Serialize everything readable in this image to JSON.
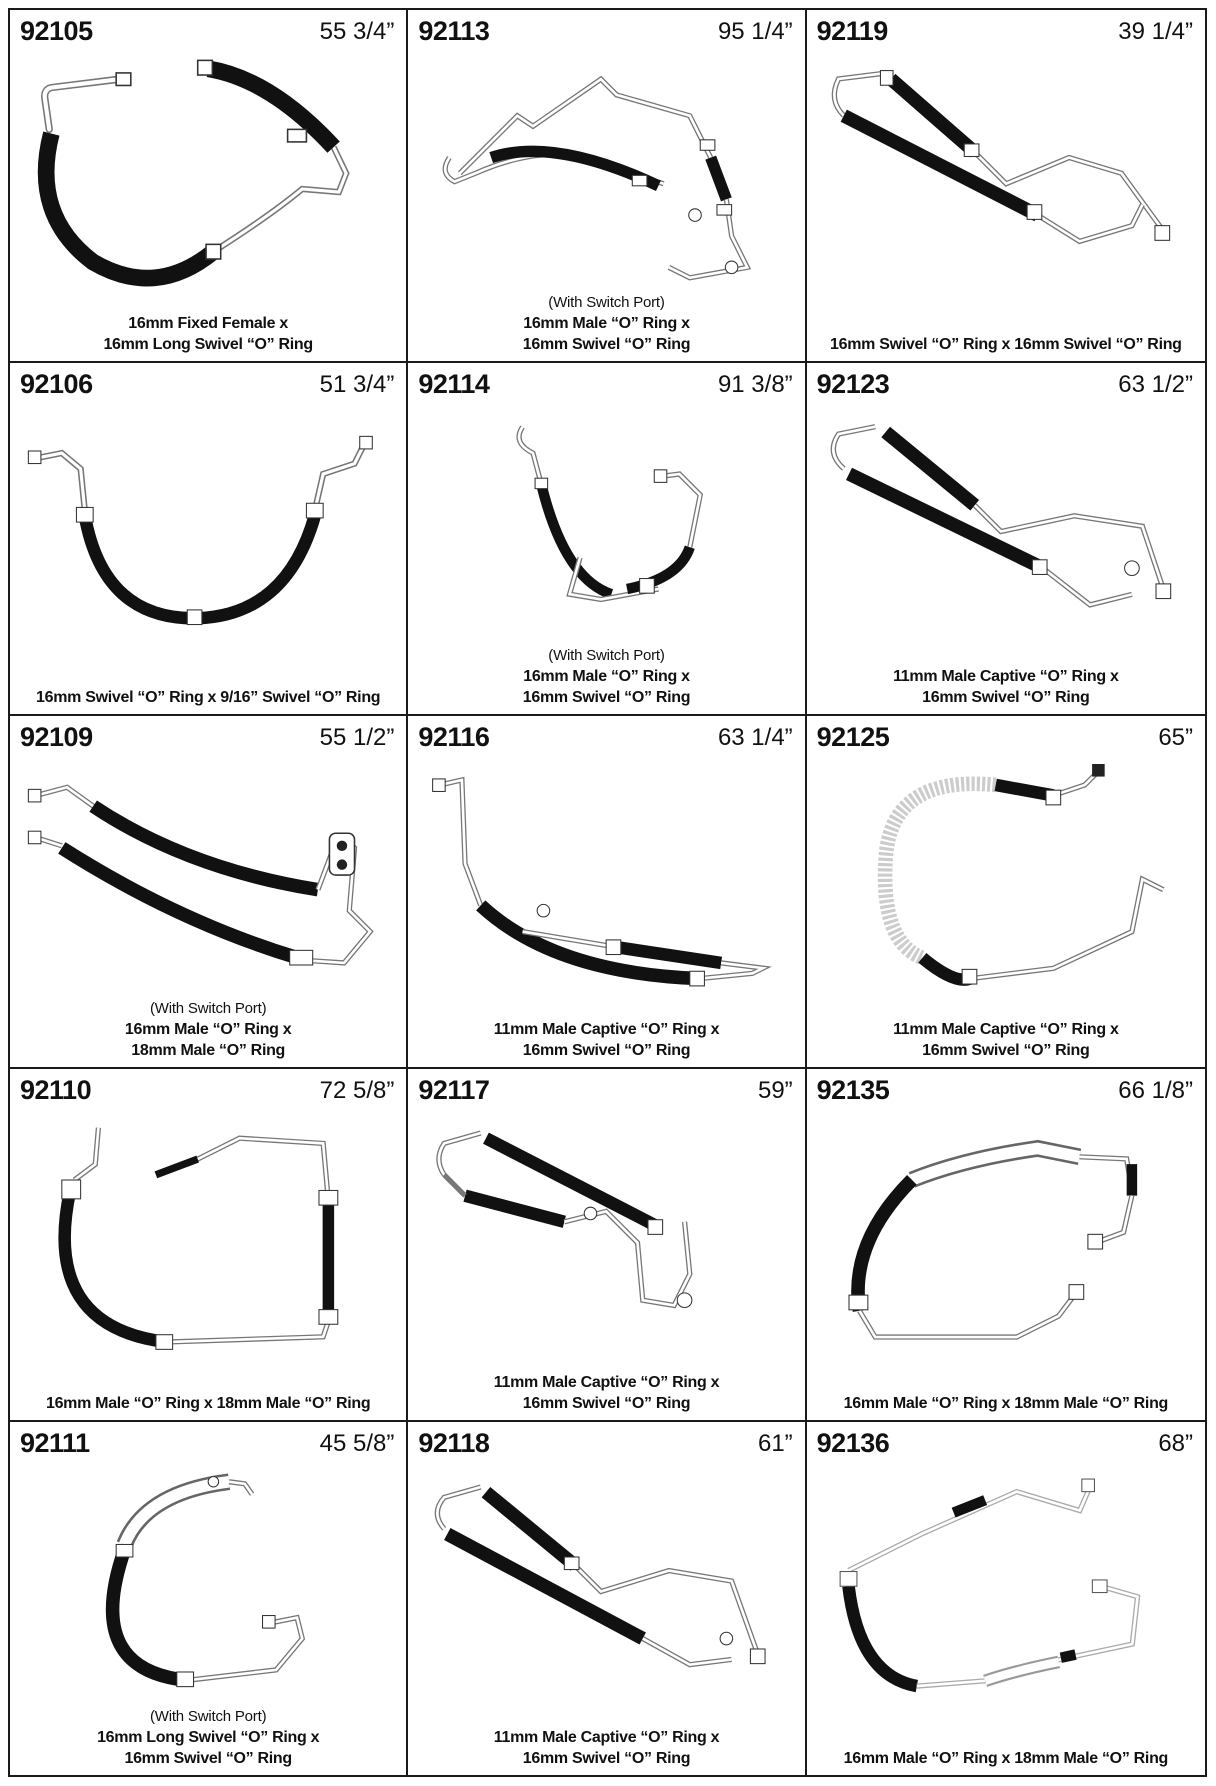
{
  "catalog": {
    "cells": [
      {
        "part": "92105",
        "length": "55 3/4”",
        "note": "",
        "spec1": "16mm Fixed Female x",
        "spec2": "16mm Long Swivel “O” Ring"
      },
      {
        "part": "92113",
        "length": "95 1/4”",
        "note": "(With Switch Port)",
        "spec1": "16mm Male “O” Ring x",
        "spec2": "16mm Swivel “O” Ring"
      },
      {
        "part": "92119",
        "length": "39 1/4”",
        "note": "",
        "spec1": "16mm Swivel “O” Ring x 16mm Swivel “O” Ring",
        "spec2": ""
      },
      {
        "part": "92106",
        "length": "51 3/4”",
        "note": "",
        "spec1": "16mm Swivel “O” Ring x 9/16” Swivel “O” Ring",
        "spec2": ""
      },
      {
        "part": "92114",
        "length": "91 3/8”",
        "note": "(With Switch Port)",
        "spec1": "16mm Male “O” Ring x",
        "spec2": "16mm Swivel “O” Ring"
      },
      {
        "part": "92123",
        "length": "63 1/2”",
        "note": "",
        "spec1": "11mm Male Captive “O” Ring x",
        "spec2": "16mm Swivel “O” Ring"
      },
      {
        "part": "92109",
        "length": "55 1/2”",
        "note": "(With Switch Port)",
        "spec1": "16mm Male “O” Ring x",
        "spec2": "18mm Male “O” Ring"
      },
      {
        "part": "92116",
        "length": "63 1/4”",
        "note": "",
        "spec1": "11mm Male Captive “O” Ring x",
        "spec2": "16mm Swivel “O” Ring"
      },
      {
        "part": "92125",
        "length": "65”",
        "note": "",
        "spec1": "11mm Male Captive “O” Ring x",
        "spec2": "16mm Swivel “O” Ring"
      },
      {
        "part": "92110",
        "length": "72 5/8”",
        "note": "",
        "spec1": "16mm Male “O” Ring x 18mm Male “O” Ring",
        "spec2": ""
      },
      {
        "part": "92117",
        "length": "59”",
        "note": "",
        "spec1": "11mm Male Captive “O” Ring x",
        "spec2": "16mm Swivel “O” Ring"
      },
      {
        "part": "92135",
        "length": "66 1/8”",
        "note": "",
        "spec1": "16mm Male “O” Ring x 18mm Male “O” Ring",
        "spec2": ""
      },
      {
        "part": "92111",
        "length": "45 5/8”",
        "note": "(With Switch Port)",
        "spec1": "16mm Long Swivel “O” Ring x",
        "spec2": "16mm Swivel “O” Ring"
      },
      {
        "part": "92118",
        "length": "61”",
        "note": "",
        "spec1": "11mm Male Captive “O” Ring x",
        "spec2": "16mm Swivel “O” Ring"
      },
      {
        "part": "92136",
        "length": "68”",
        "note": "",
        "spec1": "16mm Male “O” Ring x 18mm Male “O” Ring",
        "spec2": ""
      }
    ]
  }
}
